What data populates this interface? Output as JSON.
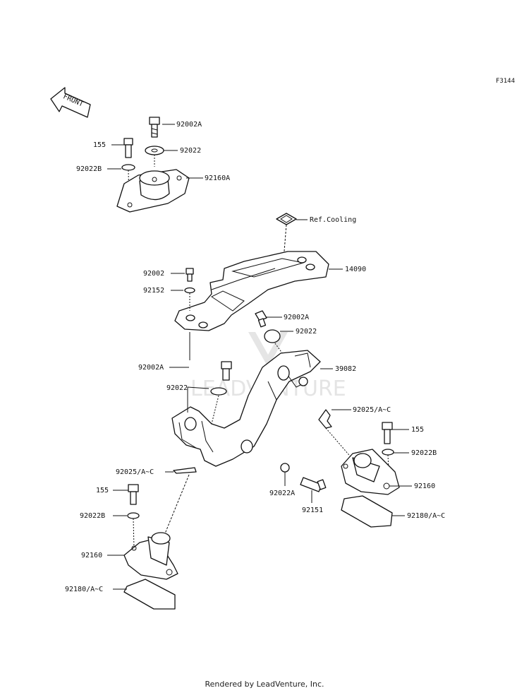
{
  "figure_code": "F3144",
  "front_label": "FRONT",
  "footer": "Rendered by LeadVenture, Inc.",
  "watermark": "LEADVENTURE",
  "labels": {
    "l_92002A_top": "92002A",
    "l_155_top": "155",
    "l_92022_top": "92022",
    "l_92022B_top": "92022B",
    "l_92160A": "92160A",
    "l_refcooling": "Ref.Cooling",
    "l_14090": "14090",
    "l_92002": "92002",
    "l_92152": "92152",
    "l_92002A_mid": "92002A",
    "l_92022_mid": "92022",
    "l_39082": "39082",
    "l_92002A_left": "92002A",
    "l_92022_left": "92022",
    "l_92025_right": "92025/A~C",
    "l_155_right": "155",
    "l_92022B_right": "92022B",
    "l_92160_right": "92160",
    "l_92180_right": "92180/A~C",
    "l_92025_left": "92025/A~C",
    "l_92022A_low": "92022A",
    "l_92151": "92151",
    "l_155_left": "155",
    "l_92022B_left": "92022B",
    "l_92160_left": "92160",
    "l_92180_left": "92180/A~C"
  }
}
